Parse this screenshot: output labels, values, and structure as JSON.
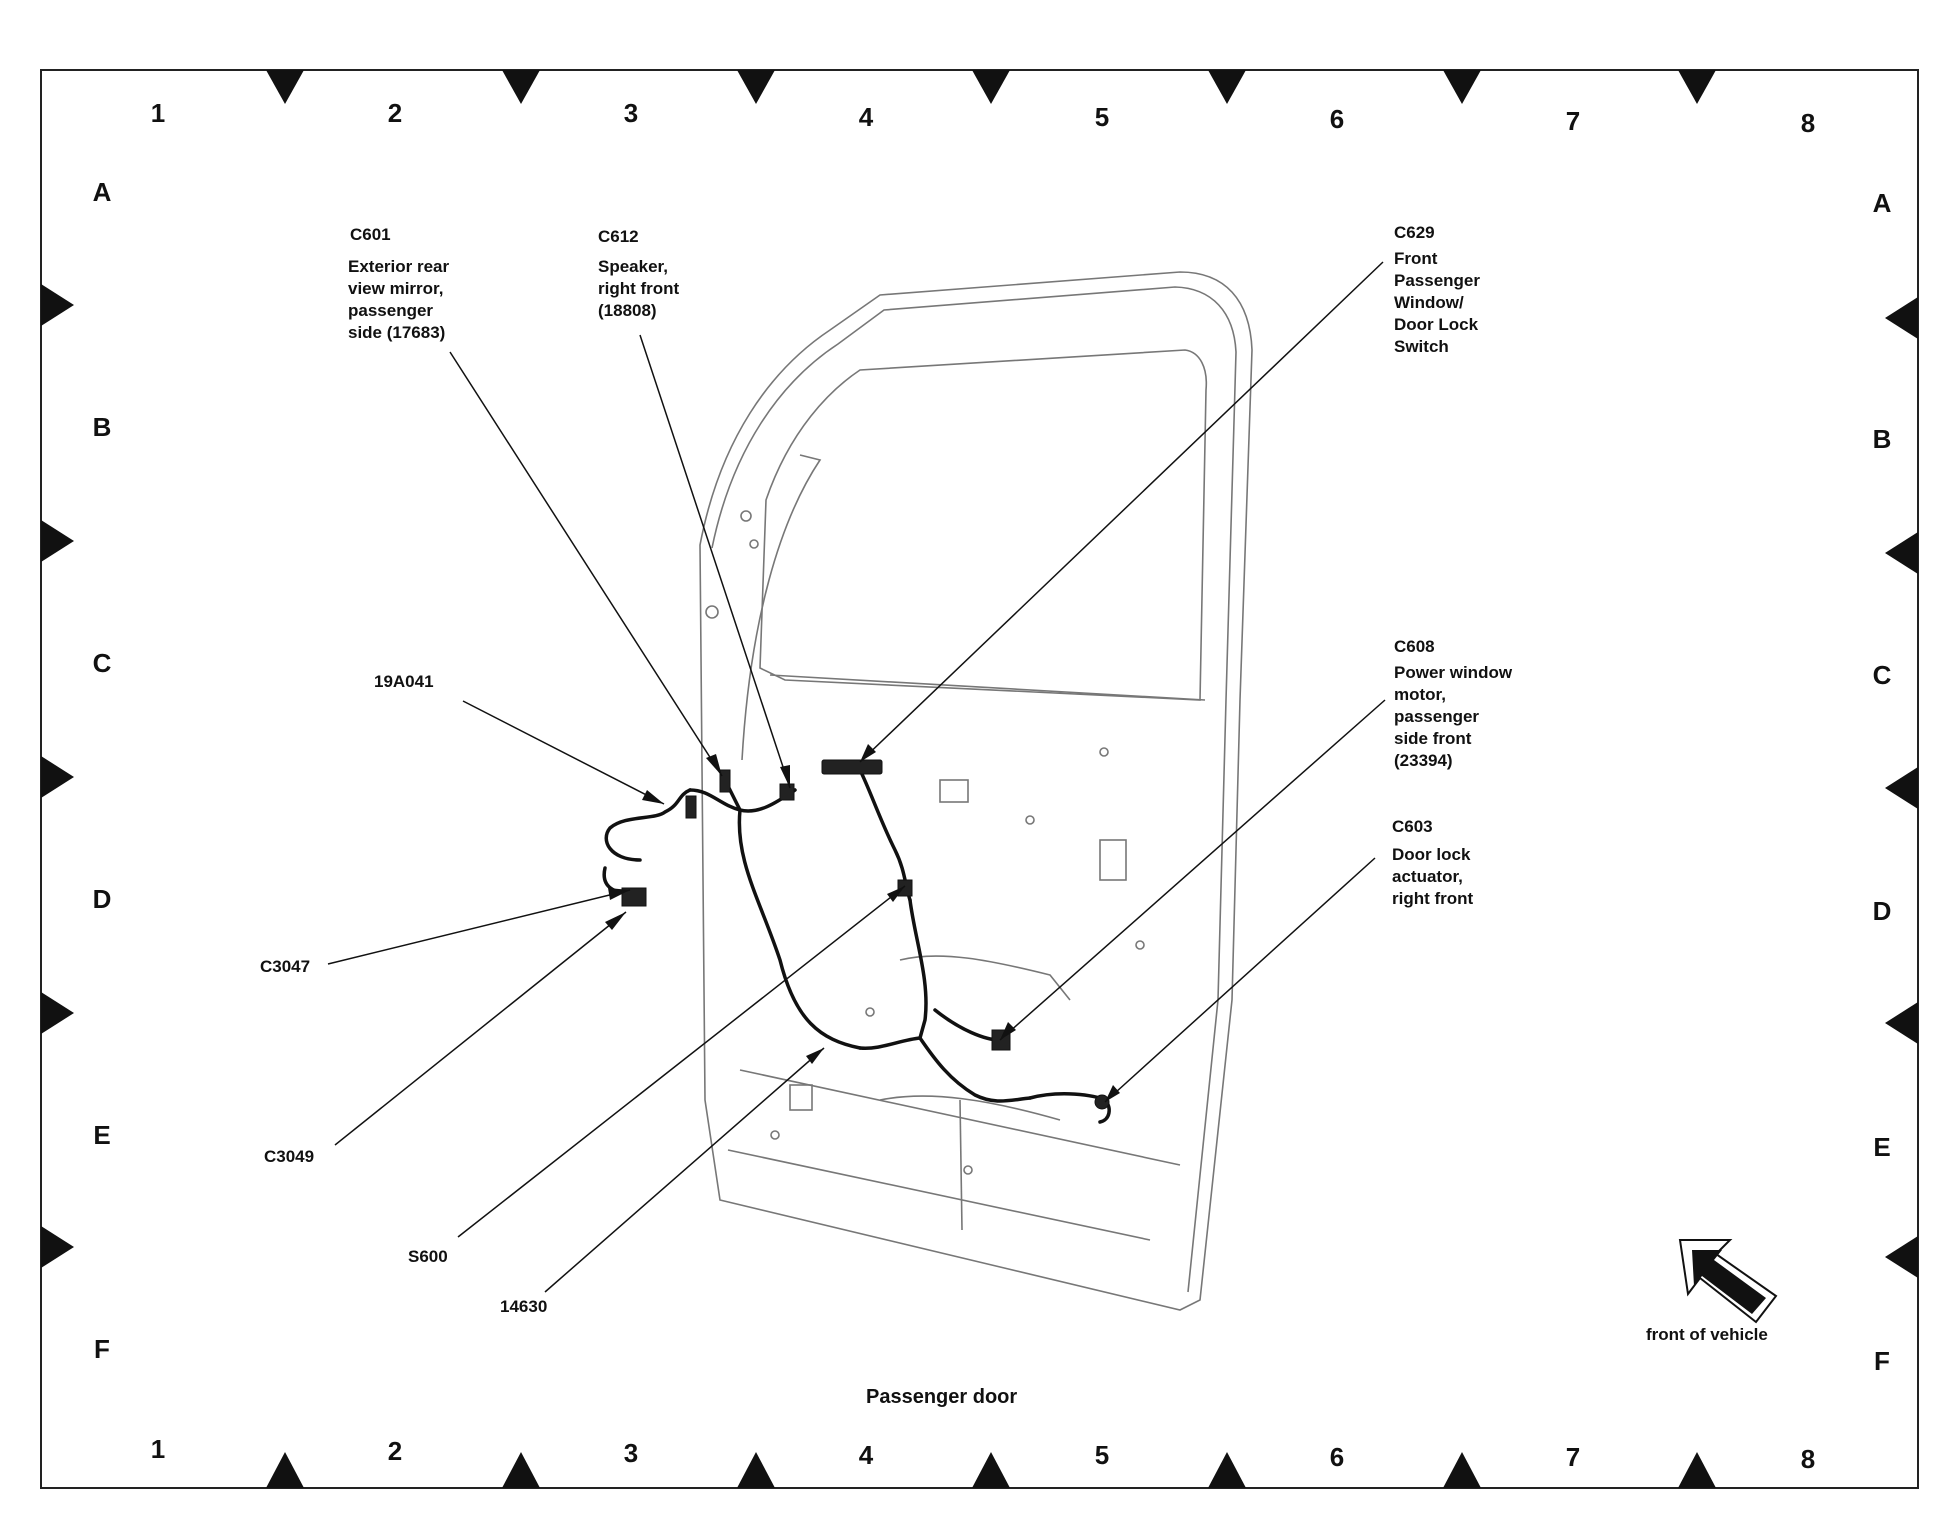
{
  "grid": {
    "columns": [
      "1",
      "2",
      "3",
      "4",
      "5",
      "6",
      "7",
      "8"
    ],
    "rows": [
      "A",
      "B",
      "C",
      "D",
      "E",
      "F"
    ]
  },
  "caption": "Passenger door",
  "orientation_label": "front of vehicle",
  "callouts": [
    {
      "id": "c601",
      "code": "C601",
      "text": "Exterior rear\nview mirror,\npassenger\nside (17683)"
    },
    {
      "id": "c612",
      "code": "C612",
      "text": "Speaker,\nright front\n(18808)"
    },
    {
      "id": "c629",
      "code": "C629",
      "text": "Front\nPassenger\nWindow/\nDoor Lock\nSwitch"
    },
    {
      "id": "c608",
      "code": "C608",
      "text": "Power window\nmotor,\npassenger\nside front\n(23394)"
    },
    {
      "id": "c603",
      "code": "C603",
      "text": "Door lock\nactuator,\nright front"
    },
    {
      "id": "19a041",
      "code": "19A041",
      "text": ""
    },
    {
      "id": "c3047",
      "code": "C3047",
      "text": ""
    },
    {
      "id": "c3049",
      "code": "C3049",
      "text": ""
    },
    {
      "id": "s600",
      "code": "S600",
      "text": ""
    },
    {
      "id": "14630",
      "code": "14630",
      "text": ""
    }
  ]
}
